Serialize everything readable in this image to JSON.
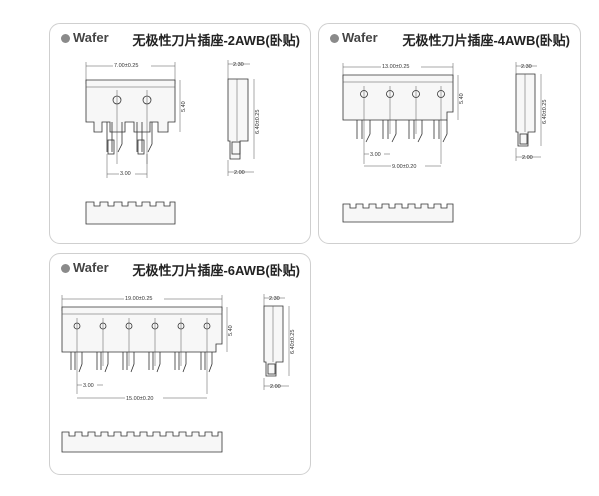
{
  "cards": [
    {
      "brand": "Wafer",
      "title": "无极性刀片插座-2AWB(卧贴)",
      "dims": {
        "front_width": "7.00±0.25",
        "front_height": "5.40",
        "pitch": "3.00",
        "side_top": "2.30",
        "side_height": "6.40±0.25",
        "side_bottom": "2.00"
      }
    },
    {
      "brand": "Wafer",
      "title": "无极性刀片插座-4AWB(卧贴)",
      "dims": {
        "front_width": "13.00±0.25",
        "front_height": "5.40",
        "pitch": "3.00",
        "span": "9.00±0.20",
        "side_top": "2.30",
        "side_height": "6.40±0.25",
        "side_bottom": "2.00"
      }
    },
    {
      "brand": "Wafer",
      "title": "无极性刀片插座-6AWB(卧贴)",
      "dims": {
        "front_width": "19.00±0.25",
        "front_height": "5.40",
        "pitch": "3.00",
        "span": "15.00±0.20",
        "side_top": "2.30",
        "side_height": "6.40±0.25",
        "side_bottom": "2.00"
      }
    }
  ]
}
